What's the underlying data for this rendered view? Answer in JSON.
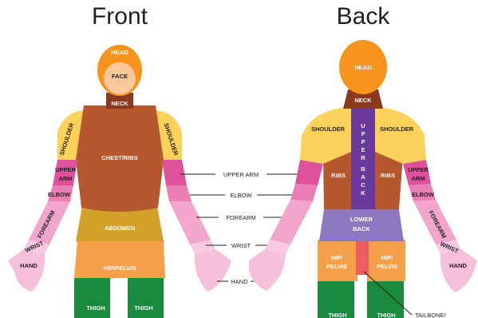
{
  "titles": {
    "front": "Front",
    "back": "Back"
  },
  "front_labels": {
    "head": "HEAD",
    "face": "FACE",
    "neck": "NECK",
    "shoulder_left": "SHOULDER",
    "shoulder_right": "SHOULDER",
    "chest": "CHEST/RIBS",
    "upper_arm_line1": "UPPER",
    "upper_arm_line2": "ARM",
    "elbow": "ELBOW",
    "forearm": "FOREARM",
    "wrist": "WRIST",
    "hand": "HAND",
    "abdomen": "ABDOMEN",
    "hip_pelvis": "HIP/PELVIS",
    "thigh_left": "THIGH",
    "thigh_right": "THIGH"
  },
  "back_labels": {
    "head": "HEAD",
    "neck": "NECK",
    "shoulder_left": "SHOULDER",
    "shoulder_right": "SHOULDER",
    "upper_back_letters": [
      "U",
      "P",
      "P",
      "E",
      "R",
      "",
      "B",
      "A",
      "C",
      "K"
    ],
    "ribs_left": "RIBS",
    "ribs_right": "RIBS",
    "upper_arm_line1": "UPPER",
    "upper_arm_line2": "ARM",
    "elbow": "ELBOW",
    "forearm": "FOREARM",
    "wrist": "WRIST",
    "hand": "HAND",
    "lower_back_line1": "LOWER",
    "lower_back_line2": "BACK",
    "hip_left_line1": "HIP/",
    "hip_left_line2": "PELVIS",
    "hip_right_line1": "HIP/",
    "hip_right_line2": "PELVIS",
    "thigh_left": "THIGH",
    "thigh_right": "THIGH",
    "tailbone": "TAILBONE/"
  },
  "legend": {
    "upper_arm": "UPPER ARM",
    "elbow": "ELBOW",
    "forearm": "FOREARM",
    "wrist": "WRIST",
    "hand": "HAND"
  },
  "colors": {
    "head": "#f7941d",
    "face_skin": "#f9c89b",
    "neck": "#8b3a1e",
    "shoulder": "#fdd25a",
    "chest": "#b5582f",
    "abdomen": "#d3a029",
    "hip": "#f6a04b",
    "thigh": "#1a8a3c",
    "upper_arm": "#e0519c",
    "elbow": "#ea7fb6",
    "forearm": "#f2a6cd",
    "wrist": "#f8c9e0",
    "hand": "#f6bfda",
    "upper_back": "#6a3a9a",
    "lower_back": "#8c78bf",
    "tailbone": "#ee5d61"
  }
}
